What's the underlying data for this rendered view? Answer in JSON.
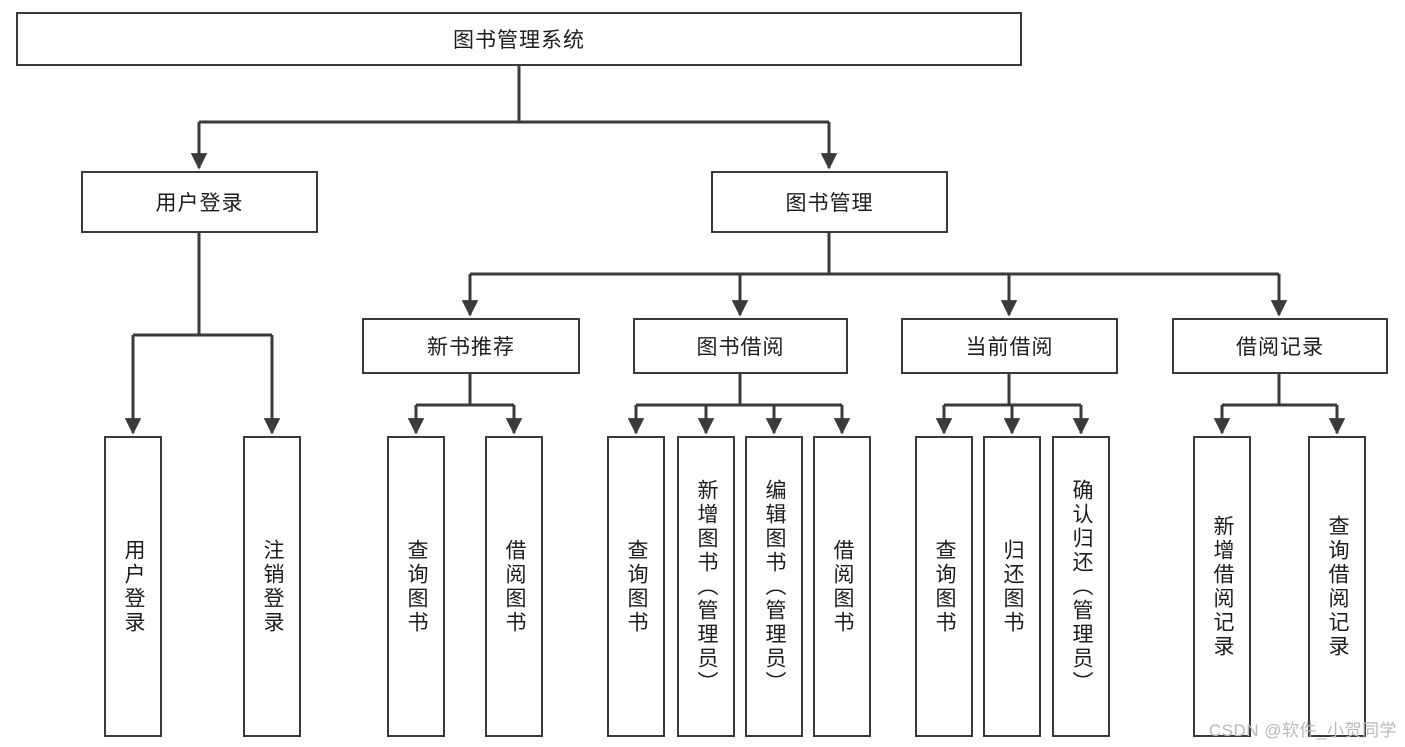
{
  "diagram": {
    "title": "图书管理系统",
    "type": "tree-hierarchy",
    "root": {
      "label": "图书管理系统"
    },
    "level2": [
      {
        "label": "用户登录"
      },
      {
        "label": "图书管理"
      }
    ],
    "level3": [
      {
        "label": "新书推荐"
      },
      {
        "label": "图书借阅"
      },
      {
        "label": "当前借阅"
      },
      {
        "label": "借阅记录"
      }
    ],
    "leaves": {
      "user_login": [
        {
          "label": "用户登录"
        },
        {
          "label": "注销登录"
        }
      ],
      "new_book_recommend": [
        {
          "label": "查询图书"
        },
        {
          "label": "借阅图书"
        }
      ],
      "book_borrow": [
        {
          "label": "查询图书"
        },
        {
          "label": "新增图书（管理员）"
        },
        {
          "label": "编辑图书（管理员）"
        },
        {
          "label": "借阅图书"
        }
      ],
      "current_borrow": [
        {
          "label": "查询图书"
        },
        {
          "label": "归还图书"
        },
        {
          "label": "确认归还（管理员）"
        }
      ],
      "borrow_record": [
        {
          "label": "新增借阅记录"
        },
        {
          "label": "查询借阅记录"
        }
      ]
    }
  },
  "watermark": {
    "text": "CSDN @软件_小贺同学"
  },
  "colors": {
    "stroke": "#3a3a3a",
    "text": "#1c1c1c",
    "background": "#ffffff",
    "watermark": "#b9b9b9"
  }
}
